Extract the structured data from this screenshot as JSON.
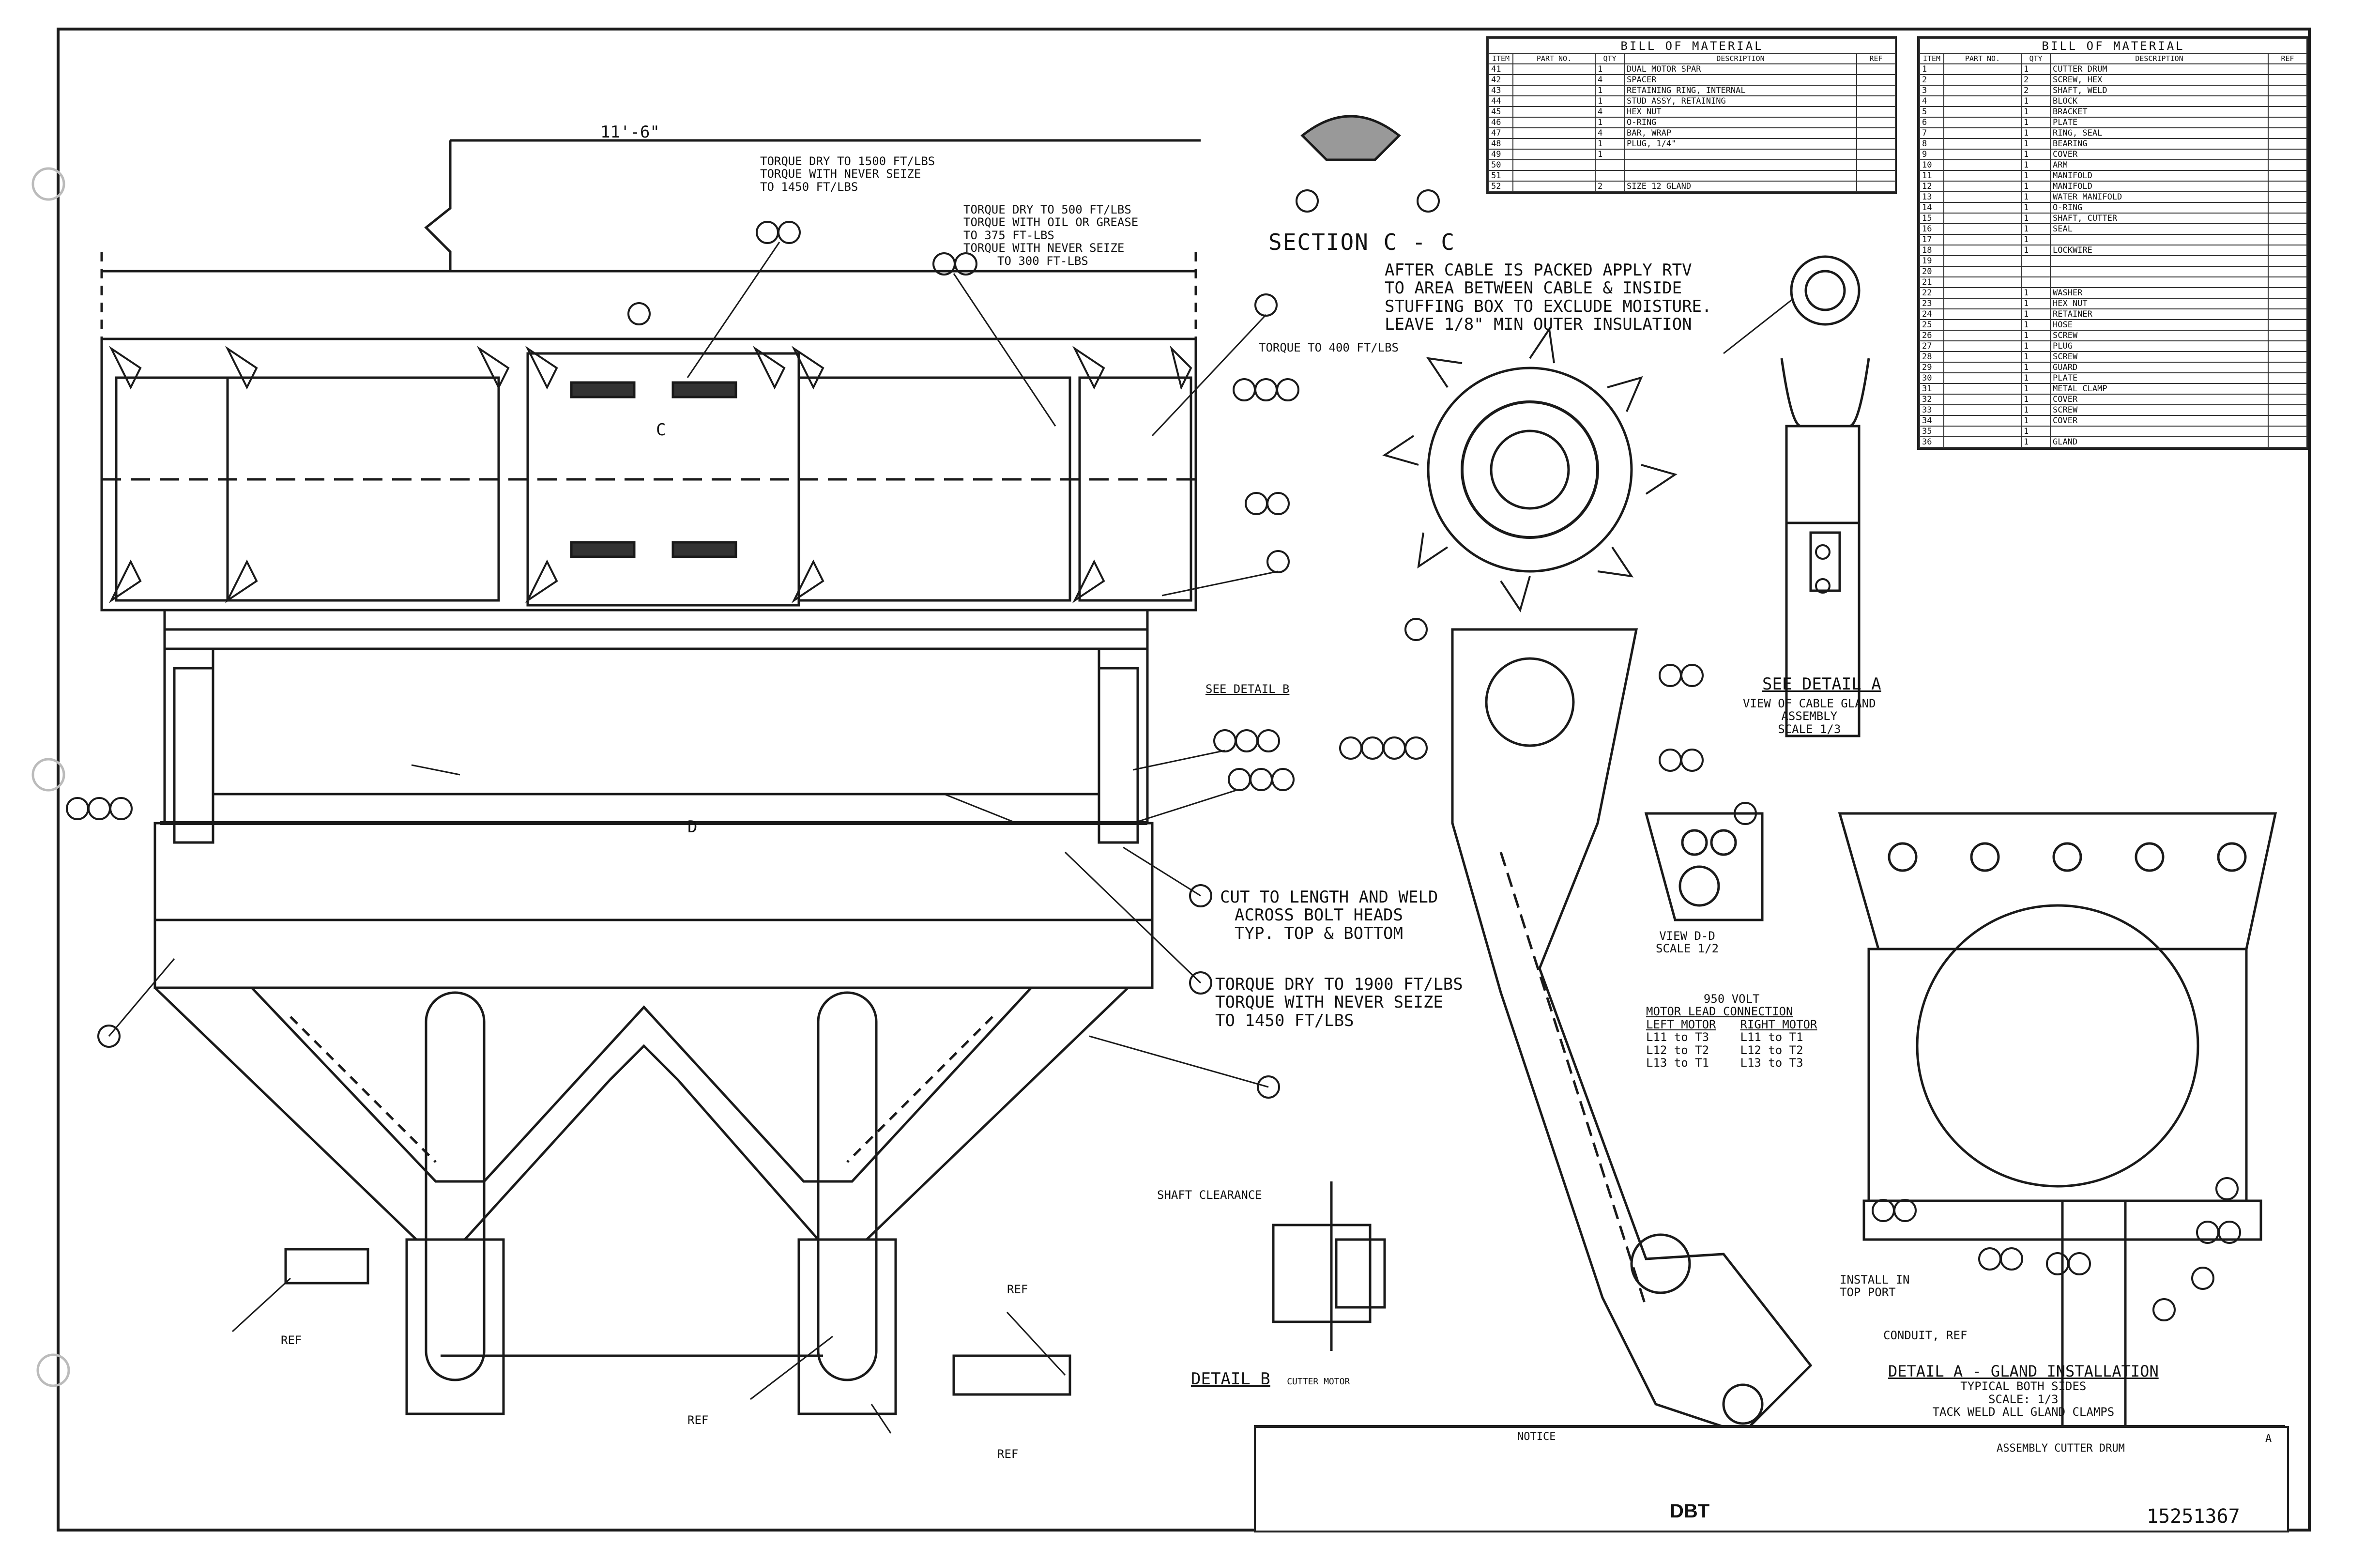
{
  "bom_left": {
    "title": "BILL OF MATERIAL",
    "headers": [
      "ITEM",
      "PART NO.",
      "QTY",
      "DESCRIPTION",
      "REF"
    ],
    "rows": [
      [
        "41",
        "",
        "1",
        "DUAL MOTOR SPAR",
        ""
      ],
      [
        "42",
        "",
        "4",
        "SPACER",
        ""
      ],
      [
        "43",
        "",
        "1",
        "RETAINING RING, INTERNAL",
        ""
      ],
      [
        "44",
        "",
        "1",
        "STUD ASSY, RETAINING",
        ""
      ],
      [
        "45",
        "",
        "4",
        "HEX NUT",
        ""
      ],
      [
        "46",
        "",
        "1",
        "O-RING",
        ""
      ],
      [
        "47",
        "",
        "4",
        "BAR, WRAP",
        ""
      ],
      [
        "48",
        "",
        "1",
        "PLUG, 1/4\"",
        ""
      ],
      [
        "49",
        "",
        "1",
        "",
        ""
      ],
      [
        "50",
        "",
        "",
        "",
        ""
      ],
      [
        "51",
        "",
        "",
        "",
        ""
      ],
      [
        "52",
        "",
        "2",
        "SIZE 12 GLAND",
        ""
      ]
    ]
  },
  "bom_right": {
    "title": "BILL OF MATERIAL",
    "headers": [
      "ITEM",
      "PART NO.",
      "QTY",
      "DESCRIPTION",
      "REF"
    ],
    "rows": [
      [
        "1",
        "",
        "1",
        "CUTTER DRUM",
        ""
      ],
      [
        "2",
        "",
        "2",
        "SCREW, HEX",
        ""
      ],
      [
        "3",
        "",
        "2",
        "SHAFT, WELD",
        ""
      ],
      [
        "4",
        "",
        "1",
        "BLOCK",
        ""
      ],
      [
        "5",
        "",
        "1",
        "BRACKET",
        ""
      ],
      [
        "6",
        "",
        "1",
        "PLATE",
        ""
      ],
      [
        "7",
        "",
        "1",
        "RING, SEAL",
        ""
      ],
      [
        "8",
        "",
        "1",
        "BEARING",
        ""
      ],
      [
        "9",
        "",
        "1",
        "COVER",
        ""
      ],
      [
        "10",
        "",
        "1",
        "ARM",
        ""
      ],
      [
        "11",
        "",
        "1",
        "MANIFOLD",
        ""
      ],
      [
        "12",
        "",
        "1",
        "MANIFOLD",
        ""
      ],
      [
        "13",
        "",
        "1",
        "WATER MANIFOLD",
        ""
      ],
      [
        "14",
        "",
        "1",
        "O-RING",
        ""
      ],
      [
        "15",
        "",
        "1",
        "SHAFT, CUTTER",
        ""
      ],
      [
        "16",
        "",
        "1",
        "SEAL",
        ""
      ],
      [
        "17",
        "",
        "1",
        "",
        ""
      ],
      [
        "18",
        "",
        "1",
        "LOCKWIRE",
        ""
      ],
      [
        "19",
        "",
        "",
        "",
        ""
      ],
      [
        "20",
        "",
        "",
        "",
        ""
      ],
      [
        "21",
        "",
        "",
        "",
        ""
      ],
      [
        "22",
        "",
        "1",
        "WASHER",
        ""
      ],
      [
        "23",
        "",
        "1",
        "HEX NUT",
        ""
      ],
      [
        "24",
        "",
        "1",
        "RETAINER",
        ""
      ],
      [
        "25",
        "",
        "1",
        "HOSE",
        ""
      ],
      [
        "26",
        "",
        "1",
        "SCREW",
        ""
      ],
      [
        "27",
        "",
        "1",
        "PLUG",
        ""
      ],
      [
        "28",
        "",
        "1",
        "SCREW",
        ""
      ],
      [
        "29",
        "",
        "1",
        "GUARD",
        ""
      ],
      [
        "30",
        "",
        "1",
        "PLATE",
        ""
      ],
      [
        "31",
        "",
        "1",
        "METAL CLAMP",
        ""
      ],
      [
        "32",
        "",
        "1",
        "COVER",
        ""
      ],
      [
        "33",
        "",
        "1",
        "SCREW",
        ""
      ],
      [
        "34",
        "",
        "1",
        "COVER",
        ""
      ],
      [
        "35",
        "",
        "1",
        "",
        ""
      ],
      [
        "36",
        "",
        "1",
        "GLAND",
        ""
      ]
    ]
  },
  "annotations": {
    "dim_top": "11'-6\"",
    "torque_top1": "TORQUE DRY TO 1500 FT/LBS",
    "torque_top2": "TORQUE WITH NEVER SEIZE",
    "torque_top3": "TO 1450 FT/LBS",
    "torque_mid1": "TORQUE DRY TO 500 FT/LBS",
    "torque_mid2": "TORQUE WITH OIL OR GREASE",
    "torque_mid3": "TO 375 FT-LBS",
    "torque_mid4": "TORQUE WITH NEVER SEIZE",
    "torque_mid5": "TO 300 FT-LBS",
    "torque_right": "TORQUE TO 400 FT/LBS",
    "section_title": "SECTION C - C",
    "cable_note1": "AFTER CABLE IS PACKED APPLY RTV",
    "cable_note2": "TO AREA BETWEEN CABLE & INSIDE",
    "cable_note3": "STUFFING BOX TO EXCLUDE MOISTURE.",
    "cable_note4": "LEAVE 1/8\" MIN OUTER INSULATION",
    "see_detail_b": "SEE DETAIL B",
    "cut_weld1": "CUT TO LENGTH AND WELD",
    "cut_weld2": "ACROSS BOLT HEADS",
    "cut_weld3": "TYP. TOP & BOTTOM",
    "torque_low1": "TORQUE DRY TO 1900 FT/LBS",
    "torque_low2": "TORQUE WITH NEVER SEIZE",
    "torque_low3": "TO 1450 FT/LBS",
    "see_detail_a": "SEE DETAIL A",
    "view_cable1": "VIEW OF CABLE GLAND",
    "view_cable2": "ASSEMBLY",
    "view_cable3": "SCALE 1/3",
    "view_dd1": "VIEW D-D",
    "view_dd2": "SCALE 1/2",
    "volt1": "950 VOLT",
    "volt2": "MOTOR LEAD CONNECTION",
    "left_motor": "LEFT MOTOR",
    "right_motor": "RIGHT MOTOR",
    "lm1": "L11 to T3",
    "lm2": "L12 to T2",
    "lm3": "L13 to T1",
    "rm1": "L11 to T1",
    "rm2": "L12 to T2",
    "rm3": "L13 to T3",
    "shaft_clearance": "SHAFT CLEARANCE",
    "detail_b1": "DETAIL B",
    "detail_b2": "CUTTER MOTOR",
    "ref1": "REF",
    "ref2": "REF",
    "ref3": "REF",
    "ref4": "REF",
    "install_top1": "INSTALL IN",
    "install_top2": "TOP PORT",
    "conduit": "CONDUIT, REF",
    "detail_a1": "DETAIL A - GLAND INSTALLATION",
    "detail_a2": "TYPICAL BOTH SIDES",
    "detail_a3": "SCALE: 1/3",
    "detail_a4": "TACK WELD ALL GLAND CLAMPS",
    "label_c": "C",
    "label_d": "D"
  },
  "title_block": {
    "notice": "NOTICE",
    "company": "DBT",
    "title": "ASSEMBLY CUTTER DRUM",
    "dwg_no": "15251367",
    "sheet": "A"
  }
}
